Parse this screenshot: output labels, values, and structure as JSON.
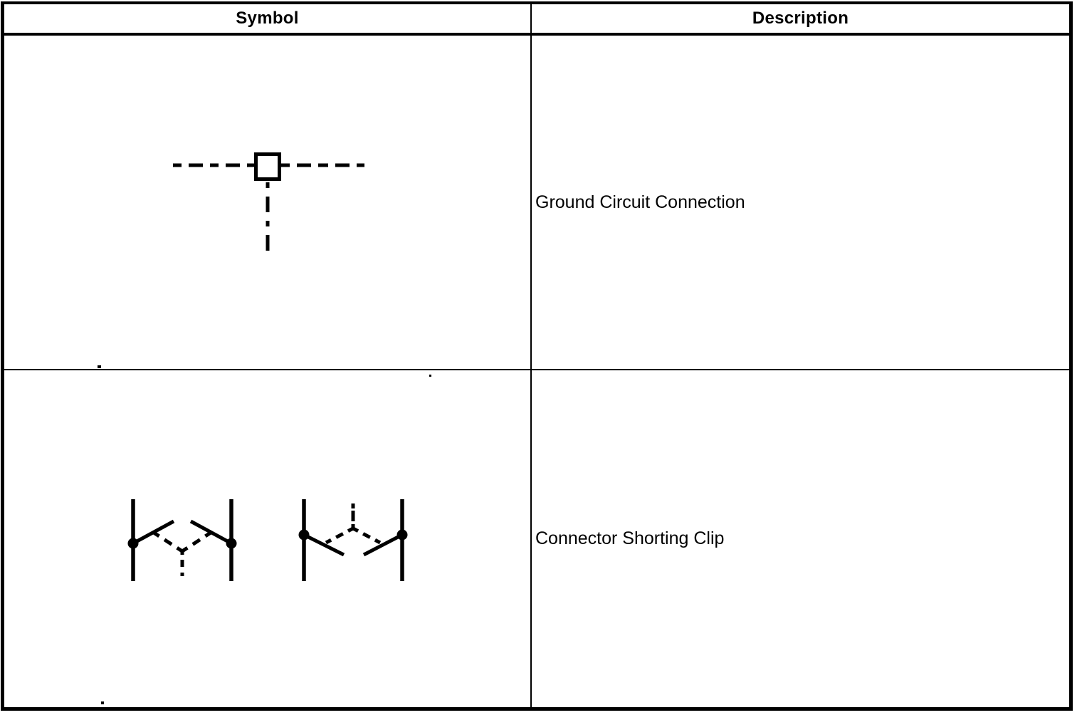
{
  "table": {
    "headers": [
      "Symbol",
      "Description"
    ],
    "rows": [
      {
        "symbol_icon": "ground-circuit-connection-symbol",
        "description": "Ground Circuit Connection"
      },
      {
        "symbol_icon": "connector-shorting-clip-symbol",
        "description": "Connector Shorting Clip"
      }
    ]
  },
  "colors": {
    "ink": "#000000",
    "paper": "#ffffff"
  }
}
